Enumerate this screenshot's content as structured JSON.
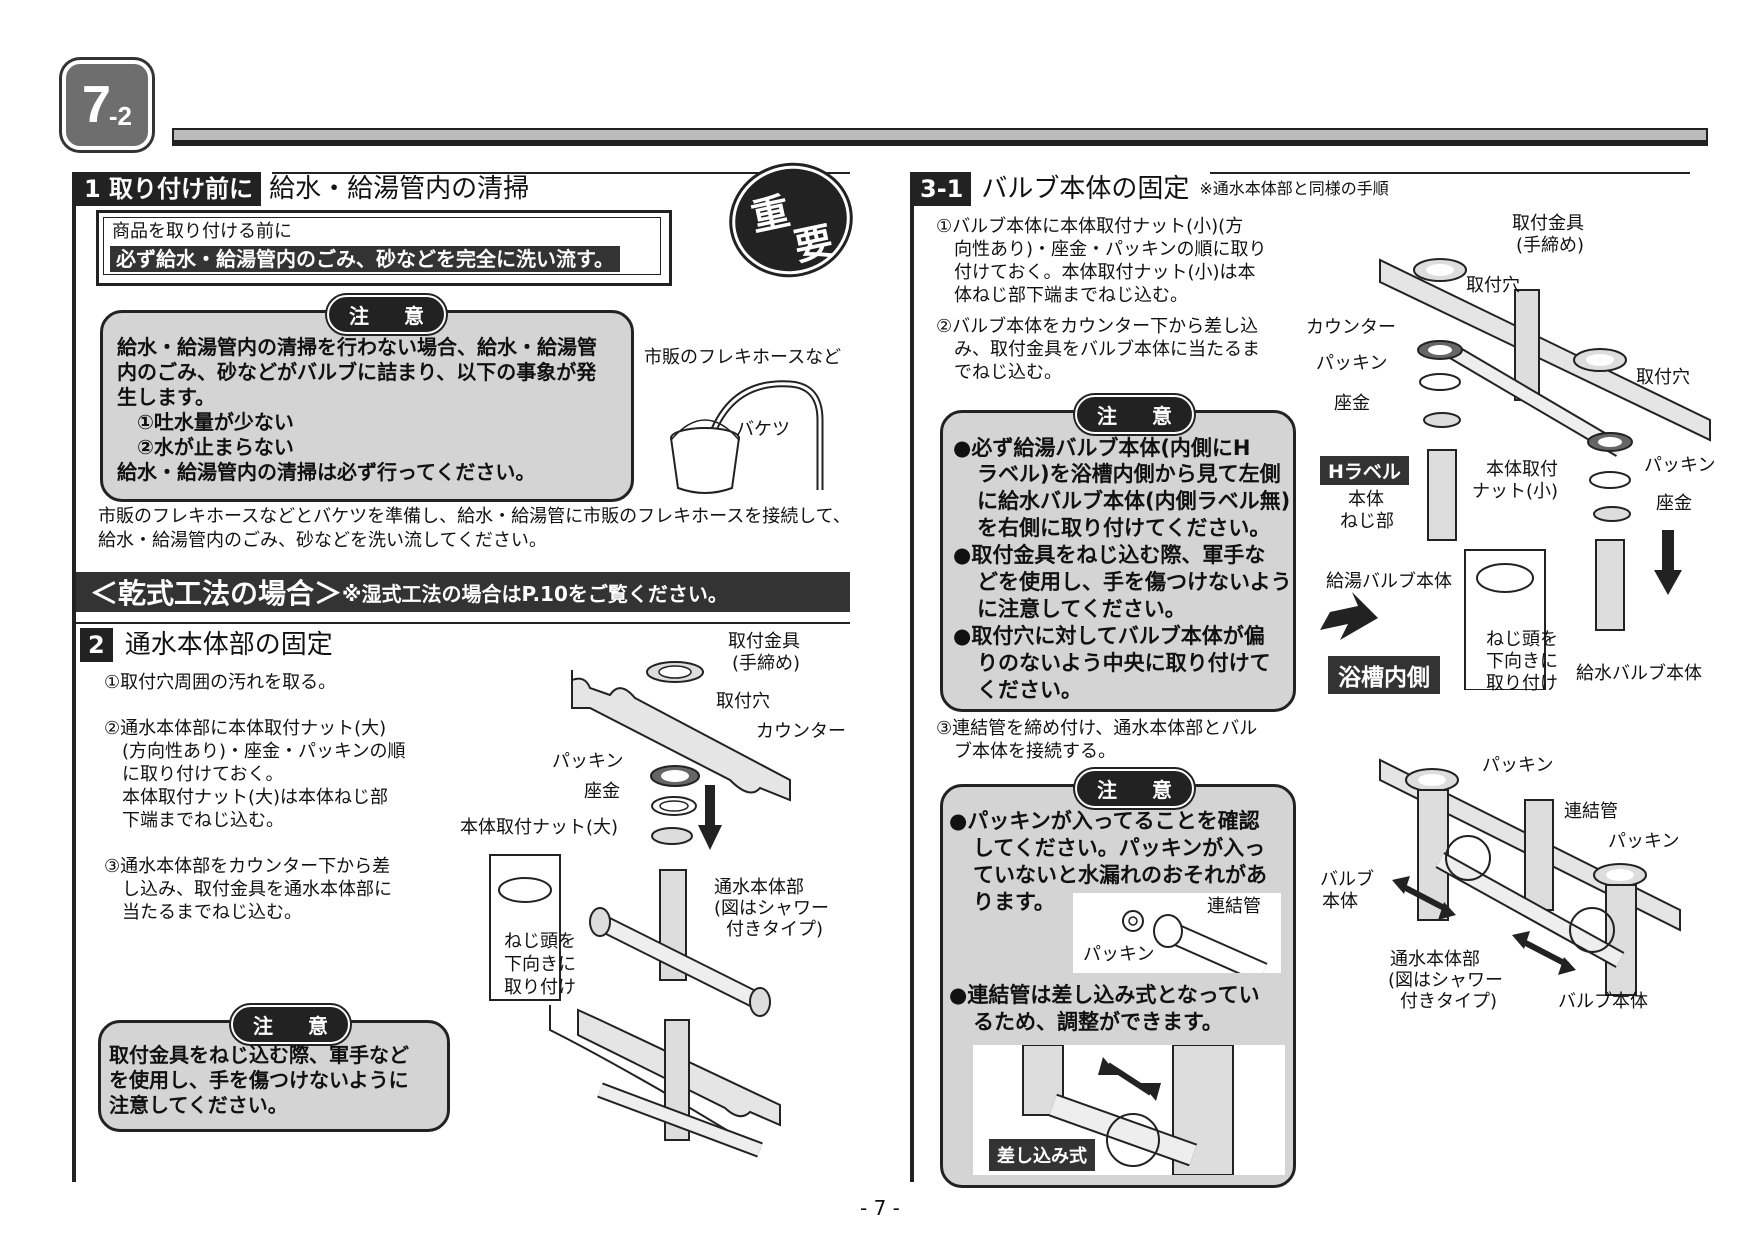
{
  "header": {
    "badge_main": "7",
    "badge_sub": "-2"
  },
  "section1": {
    "tag": "1 取り付け前に",
    "title": "給水・給湯管内の清掃",
    "important": [
      "重",
      "要"
    ],
    "box_line1": "商品を取り付ける前に",
    "box_line2": "必ず給水・給湯管内のごみ、砂などを完全に洗い流す。",
    "caution_title": "注 意",
    "caution_lines": [
      "給水・給湯管内の清掃を行わない場合、給水・給湯管",
      "内のごみ、砂などがバルブに詰まり、以下の事象が発",
      "生します。",
      "①吐水量が少ない",
      "②水が止まらない",
      "給水・給湯管内の清掃は必ず行ってください。"
    ],
    "hose_label": "市販のフレキホースなど",
    "bucket_label": "バケツ",
    "note_lines": [
      "市販のフレキホースなどとバケツを準備し、給水・給湯管に市販のフレキホースを接続して、",
      "給水・給湯管内のごみ、砂などを洗い流してください。"
    ]
  },
  "dry_method": {
    "title": "＜乾式工法の場合＞",
    "note": "※湿式工法の場合はP.10をご覧ください。"
  },
  "section2": {
    "tag": "2",
    "title": "通水本体部の固定",
    "steps": [
      "①取付穴周囲の汚れを取る。",
      "②通水本体部に本体取付ナット(大)",
      "(方向性あり)・座金・パッキンの順",
      "に取り付けておく。",
      "本体取付ナット(大)は本体ねじ部",
      "下端までねじ込む。",
      "③通水本体部をカウンター下から差",
      "し込み、取付金具を通水本体部に",
      "当たるまでねじ込む。"
    ],
    "caution_title": "注 意",
    "caution_lines": [
      "取付金具をねじ込む際、軍手など",
      "を使用し、手を傷つけないように",
      "注意してください。"
    ],
    "labels": {
      "fitting": "取付金具",
      "fitting_sub": "(手締め)",
      "hole": "取付穴",
      "counter": "カウンター",
      "packing": "パッキン",
      "washer": "座金",
      "nut": "本体取付ナット(大)",
      "body1": "通水本体部",
      "body2": "(図はシャワー",
      "body3": "付きタイプ)",
      "screw1": "ねじ頭を",
      "screw2": "下向きに",
      "screw3": "取り付け"
    }
  },
  "section3": {
    "tag": "3-1",
    "title": "バルブ本体の固定",
    "note": "※通水本体部と同様の手順",
    "steps": [
      "①バルブ本体に本体取付ナット(小)(方",
      "向性あり)・座金・パッキンの順に取り",
      "付けておく。本体取付ナット(小)は本",
      "体ねじ部下端までねじ込む。",
      "②バルブ本体をカウンター下から差し込",
      "み、取付金具をバルブ本体に当たるま",
      "でねじ込む。"
    ],
    "caution1_title": "注 意",
    "caution1_lines": [
      "●必ず給湯バルブ本体(内側にH",
      "ラベル)を浴槽内側から見て左側",
      "に給水バルブ本体(内側ラベル無)",
      "を右側に取り付けてください。",
      "●取付金具をねじ込む際、軍手な",
      "どを使用し、手を傷つけないよう",
      "に注意してください。",
      "●取付穴に対してバルブ本体が偏",
      "りのないよう中央に取り付けて",
      "ください。"
    ],
    "step3": [
      "③連結管を締め付け、通水本体部とバル",
      "ブ本体を接続する。"
    ],
    "caution2_title": "注 意",
    "caution2_lines": [
      "●パッキンが入ってることを確認",
      "してください。パッキンが入っ",
      "ていないと水漏れのおそれがあ",
      "ります。"
    ],
    "caution2_lines_b": [
      "●連結管は差し込み式となってい",
      "るため、調整ができます。"
    ],
    "inset_labels": {
      "pipe": "連結管",
      "packing": "パッキン",
      "insert": "差し込み式"
    },
    "labels": {
      "fitting": "取付金具",
      "fitting_sub": "(手締め)",
      "hole1": "取付穴",
      "hole2": "取付穴",
      "counter": "カウンター",
      "packing": "パッキン",
      "washer": "座金",
      "h_label": "Hラベル",
      "body1": "本体",
      "body2": "ねじ部",
      "nut1": "本体取付",
      "nut2": "ナット(小)",
      "packing_r": "パッキン",
      "washer_r": "座金",
      "hot_valve": "給湯バルブ本体",
      "tub_inside": "浴槽内側",
      "screw1": "ねじ頭を",
      "screw2": "下向きに",
      "screw3": "取り付け",
      "cold_valve": "給水バルブ本体"
    },
    "labels2": {
      "packing1": "パッキン",
      "pipe": "連結管",
      "packing2": "パッキン",
      "valve1": "バルブ",
      "valve2": "本体",
      "body1": "通水本体部",
      "body2": "(図はシャワー",
      "body3": "付きタイプ)",
      "valve_body": "バルブ本体"
    }
  },
  "footer": {
    "page": "- 7 -"
  }
}
